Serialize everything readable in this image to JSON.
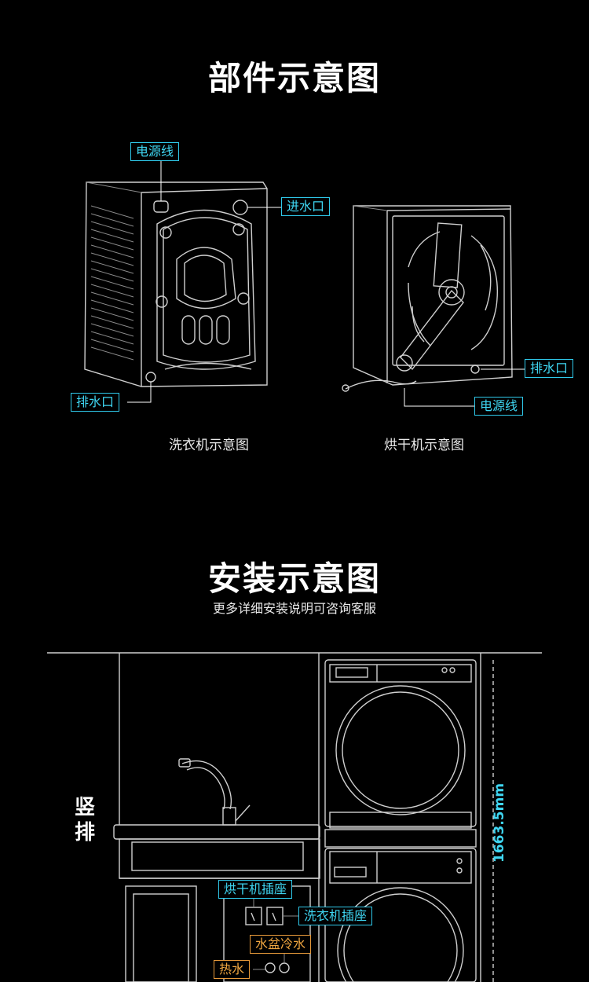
{
  "parts_section": {
    "title": "部件示意图",
    "washer": {
      "caption": "洗衣机示意图",
      "labels": {
        "power_cord": "电源线",
        "water_inlet": "进水口",
        "drain_outlet": "排水口"
      }
    },
    "dryer": {
      "caption": "烘干机示意图",
      "labels": {
        "drain_outlet": "排水口",
        "power_cord": "电源线"
      }
    }
  },
  "install_section": {
    "title": "安装示意图",
    "subtitle": "更多详细安装说明可咨询客服",
    "layout_label": "竖排",
    "height_dimension": "1663.5mm",
    "labels": {
      "dryer_socket": "烘干机插座",
      "washer_socket": "洗衣机插座",
      "sink_cold_water": "水盆冷水",
      "hot_water": "热水"
    }
  },
  "colors": {
    "label_cyan": "#3fd6f2",
    "label_orange": "#f0a640",
    "background": "#000000"
  }
}
